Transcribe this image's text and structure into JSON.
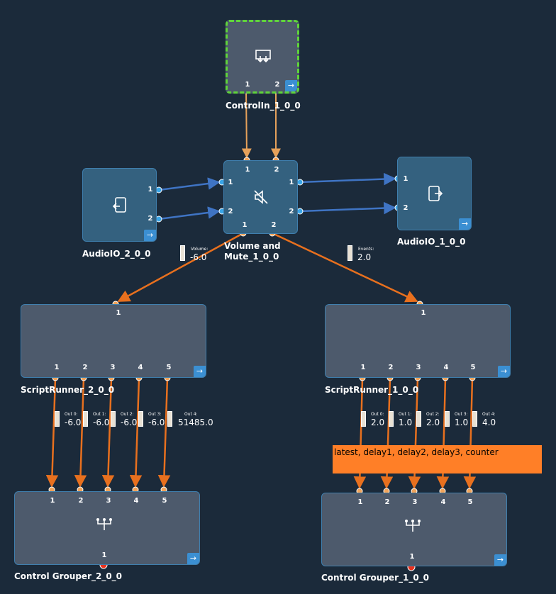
{
  "colors": {
    "background": "#1b2a3a",
    "node_blue": "#34617f",
    "node_gray": "#4d5a6c",
    "wire_orange": "#e8701e",
    "wire_tan": "#e6a15a",
    "wire_blue": "#3f74c4",
    "selection": "#5fd43a",
    "note": "#ff7f27"
  },
  "nodes": {
    "control_in": {
      "label": "ControlIn_1_0_0",
      "icon": "control-input-icon",
      "ports_out": [
        "1",
        "2"
      ]
    },
    "audio_io_2": {
      "label": "AudioIO_2_0_0",
      "icon": "audio-input-icon",
      "ports_out": [
        "1",
        "2"
      ]
    },
    "volume_mute": {
      "label_line1": "Volume and",
      "label_line2": "Mute_1_0_0",
      "icon": "mute-speaker-icon",
      "ports_top": [
        "1",
        "2"
      ],
      "ports_left": [
        "1",
        "2"
      ],
      "ports_right": [
        "1",
        "2"
      ],
      "ports_bottom": [
        "1",
        "2"
      ]
    },
    "audio_io_1": {
      "label": "AudioIO_1_0_0",
      "icon": "audio-output-icon",
      "ports_in": [
        "1",
        "2"
      ]
    },
    "script_runner_2": {
      "label": "ScriptRunner_2_0_0",
      "port_in": "1",
      "ports_out": [
        "1",
        "2",
        "3",
        "4",
        "5"
      ]
    },
    "script_runner_1": {
      "label": "ScriptRunner_1_0_0",
      "port_in": "1",
      "ports_out": [
        "1",
        "2",
        "3",
        "4",
        "5"
      ]
    },
    "control_grouper_2": {
      "label": "Control Grouper_2_0_0",
      "icon": "grouper-fork-icon",
      "ports_in": [
        "1",
        "2",
        "3",
        "4",
        "5"
      ],
      "port_out": "1"
    },
    "control_grouper_1": {
      "label": "Control Grouper_1_0_0",
      "icon": "grouper-fork-icon",
      "ports_in": [
        "1",
        "2",
        "3",
        "4",
        "5"
      ],
      "port_out": "1"
    }
  },
  "meters": {
    "volume": {
      "name": "Volume:",
      "value": "-6.0"
    },
    "events": {
      "name": "Events:",
      "value": "2.0"
    },
    "left_outs": [
      {
        "name": "Out 0:",
        "value": "-6.0"
      },
      {
        "name": "Out 1:",
        "value": "-6.0"
      },
      {
        "name": "Out 2:",
        "value": "-6.0"
      },
      {
        "name": "Out 3:",
        "value": "-6.0"
      },
      {
        "name": "Out 4:",
        "value": "51485.0"
      }
    ],
    "right_outs": [
      {
        "name": "Out 0:",
        "value": "2.0"
      },
      {
        "name": "Out 1:",
        "value": "1.0"
      },
      {
        "name": "Out 2:",
        "value": "2.0"
      },
      {
        "name": "Out 3:",
        "value": "1.0"
      },
      {
        "name": "Out 4:",
        "value": "4.0"
      }
    ]
  },
  "note": "latest, delay1, delay2, delay3, counter",
  "corner_glyph": "→"
}
